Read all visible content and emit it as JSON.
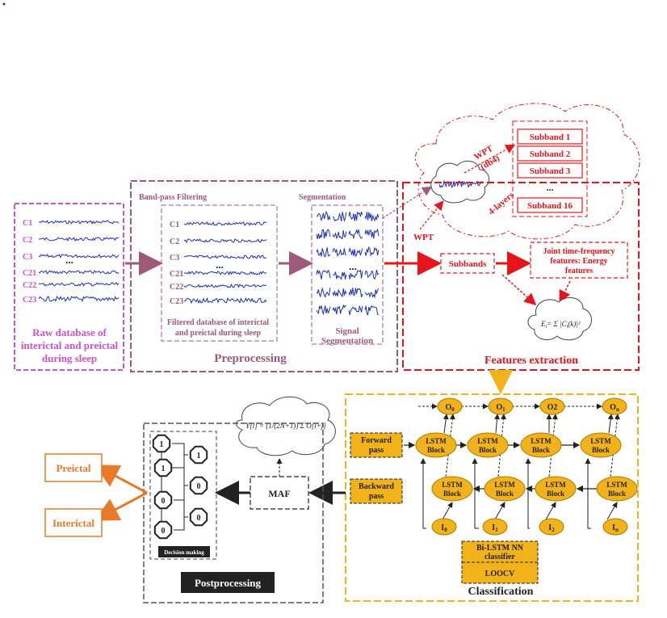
{
  "raw": {
    "channels": [
      "C1",
      "C2",
      "C3",
      "C21",
      "C22",
      "C23"
    ],
    "dots": "...",
    "caption": [
      "Raw database of",
      "interictal and preictal",
      "during sleep"
    ]
  },
  "filter": {
    "title": "Band-pass Filtering",
    "channels": [
      "C1",
      "C2",
      "C3",
      "C21",
      "C22",
      "C23"
    ],
    "dots": "...",
    "caption": [
      "Filtered database of interictal",
      "and preictal during sleep"
    ]
  },
  "segmentation": {
    "title": "Segmentation",
    "dots": "...",
    "caption": [
      "Signal",
      "Segmentation"
    ]
  },
  "preprocessing": {
    "label": "Preprocessing"
  },
  "wpt": {
    "wpt_db4": [
      "WPT",
      "(db4)"
    ],
    "layers": "4-layers",
    "wpt_label": "WPT",
    "subbands": [
      "Subband 1",
      "Subband 2",
      "Subband 3",
      "Subband 16"
    ],
    "dots": "..."
  },
  "features": {
    "subbands_box": "Subbands",
    "joint": [
      "Joint time-frequency",
      "features: Energy",
      "features"
    ],
    "label": "Features extraction",
    "formula_lhs": "E",
    "formula_sub": "i",
    "formula_rhs": "= Σ |C",
    "formula_tail": "(k)|²"
  },
  "classification": {
    "outputs": [
      "O",
      "O",
      "O2",
      "O"
    ],
    "output_subs": [
      "0",
      "1",
      "",
      "n"
    ],
    "inputs": [
      "I",
      "I",
      "I",
      "I"
    ],
    "input_subs": [
      "0",
      "1",
      "2",
      "n"
    ],
    "lstm": [
      "LSTM",
      "Block"
    ],
    "forward": [
      "Forward",
      "pass"
    ],
    "backward": [
      "Backward",
      "pass"
    ],
    "classifier": [
      "Bi-LSTM NN",
      "classifier"
    ],
    "loocv": "LOOCV",
    "label": "Classification"
  },
  "maf": {
    "label": "MAF",
    "formula": "Y[l] = (1/(2N+1)) Σ O[l+j]"
  },
  "post": {
    "decision_values": [
      "1",
      "1",
      "1",
      "0",
      "0",
      "0",
      "0"
    ],
    "decision_label": "Decision making",
    "label": "Postprocessing"
  },
  "outcomes": {
    "preictal": "Preictal",
    "interictal": "Interictal"
  },
  "colors": {
    "magenta": "#d052c8",
    "mauve": "#9e5a78",
    "red": "#e8141a",
    "orange": "#f2b31a",
    "outcome": "#e87a2a",
    "signal": "#1a2fbf"
  }
}
